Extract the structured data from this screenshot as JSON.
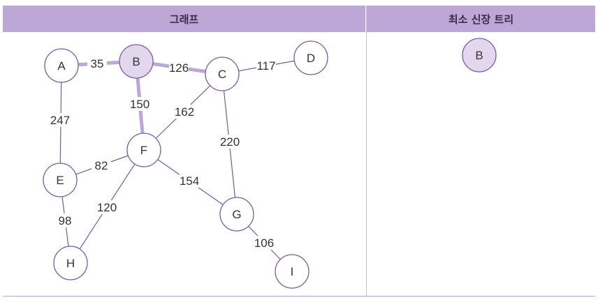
{
  "headers": {
    "graph": "그래프",
    "mst": "최소 신장 트리"
  },
  "colors": {
    "node_stroke": "#7a5a9e",
    "node_fill": "#ffffff",
    "node_highlight_fill": "#e3d7ee",
    "edge": "#7a5a9e",
    "edge_highlight": "#bca7d6",
    "text": "#333333"
  },
  "graph": {
    "nodes": [
      {
        "id": "A",
        "label": "A",
        "highlighted": false
      },
      {
        "id": "B",
        "label": "B",
        "highlighted": true
      },
      {
        "id": "C",
        "label": "C",
        "highlighted": false
      },
      {
        "id": "D",
        "label": "D",
        "highlighted": false
      },
      {
        "id": "E",
        "label": "E",
        "highlighted": false
      },
      {
        "id": "F",
        "label": "F",
        "highlighted": false
      },
      {
        "id": "G",
        "label": "G",
        "highlighted": false
      },
      {
        "id": "H",
        "label": "H",
        "highlighted": false
      },
      {
        "id": "I",
        "label": "I",
        "highlighted": false
      }
    ],
    "edges": [
      {
        "from": "A",
        "to": "B",
        "weight": "35",
        "highlighted": true
      },
      {
        "from": "B",
        "to": "C",
        "weight": "126",
        "highlighted": true
      },
      {
        "from": "C",
        "to": "D",
        "weight": "117",
        "highlighted": false
      },
      {
        "from": "A",
        "to": "E",
        "weight": "247",
        "highlighted": false
      },
      {
        "from": "B",
        "to": "F",
        "weight": "150",
        "highlighted": true
      },
      {
        "from": "C",
        "to": "F",
        "weight": "162",
        "highlighted": false
      },
      {
        "from": "C",
        "to": "G",
        "weight": "220",
        "highlighted": false
      },
      {
        "from": "E",
        "to": "F",
        "weight": "82",
        "highlighted": false
      },
      {
        "from": "F",
        "to": "G",
        "weight": "154",
        "highlighted": false
      },
      {
        "from": "F",
        "to": "H",
        "weight": "120",
        "highlighted": false
      },
      {
        "from": "E",
        "to": "H",
        "weight": "98",
        "highlighted": false
      },
      {
        "from": "G",
        "to": "I",
        "weight": "106",
        "highlighted": false
      }
    ]
  },
  "mst": {
    "nodes": [
      {
        "id": "B",
        "label": "B",
        "highlighted": true
      }
    ]
  }
}
